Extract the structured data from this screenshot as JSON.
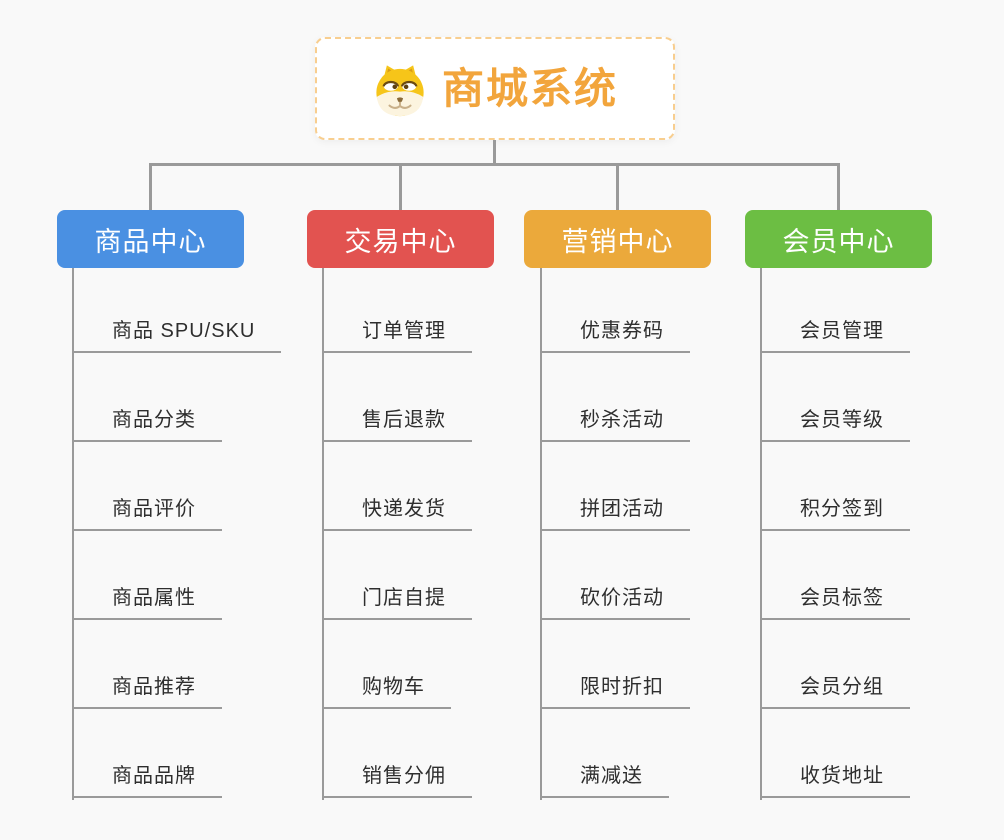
{
  "root": {
    "title": "商城系统",
    "icon": "dog-icon"
  },
  "branches": [
    {
      "label": "商品中心",
      "color": "#4A90E2",
      "items": [
        "商品 SPU/SKU",
        "商品分类",
        "商品评价",
        "商品属性",
        "商品推荐",
        "商品品牌"
      ]
    },
    {
      "label": "交易中心",
      "color": "#E25350",
      "items": [
        "订单管理",
        "售后退款",
        "快递发货",
        "门店自提",
        "购物车",
        "销售分佣"
      ]
    },
    {
      "label": "营销中心",
      "color": "#EBA93B",
      "items": [
        "优惠券码",
        "秒杀活动",
        "拼团活动",
        "砍价活动",
        "限时折扣",
        "满减送"
      ]
    },
    {
      "label": "会员中心",
      "color": "#6CBE43",
      "items": [
        "会员管理",
        "会员等级",
        "积分签到",
        "会员标签",
        "会员分组",
        "收货地址"
      ]
    }
  ],
  "colors": {
    "background": "#F9F9F9",
    "connector_line": "#9A9A9A",
    "root_border": "#F8CE8F",
    "root_text": "#F2A53C",
    "leaf_text": "#2E2E2E"
  }
}
